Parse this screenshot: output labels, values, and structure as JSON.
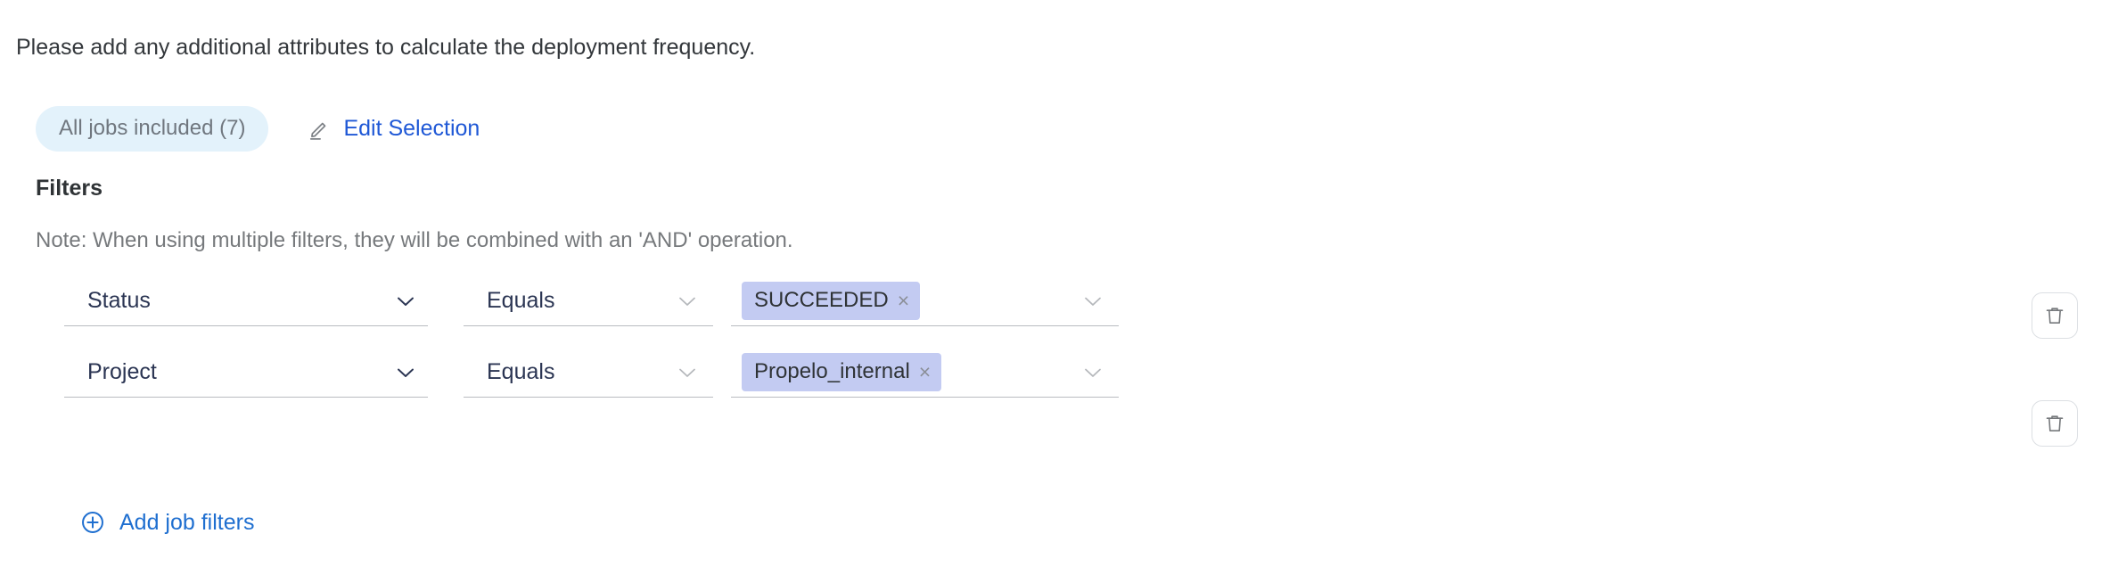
{
  "intro": {
    "text": "Please add any additional attributes to calculate the deployment frequency."
  },
  "selection": {
    "jobs_pill_label": "All jobs included (7)",
    "edit_label": "Edit Selection",
    "edit_icon": "pencil-icon"
  },
  "filters": {
    "heading": "Filters",
    "note": "Note: When using multiple filters, they will be combined with an 'AND' operation.",
    "add_label": "Add job filters",
    "add_icon": "plus-circle-icon",
    "delete_icon": "trash-icon",
    "rows": [
      {
        "attribute": "Status",
        "operator": "Equals",
        "value_tag": "SUCCEEDED",
        "tag_remove": "×"
      },
      {
        "attribute": "Project",
        "operator": "Equals",
        "value_tag": "Propelo_internal",
        "tag_remove": "×"
      }
    ]
  },
  "colors": {
    "link_blue": "#1f58d6",
    "add_blue": "#1f6fd0",
    "pill_bg": "#e3f2fb",
    "pill_text": "#70777f",
    "tag_bg": "#c3cbf2",
    "field_text": "#2b3553",
    "note_text": "#76797c",
    "underline": "#b9bcc0"
  }
}
